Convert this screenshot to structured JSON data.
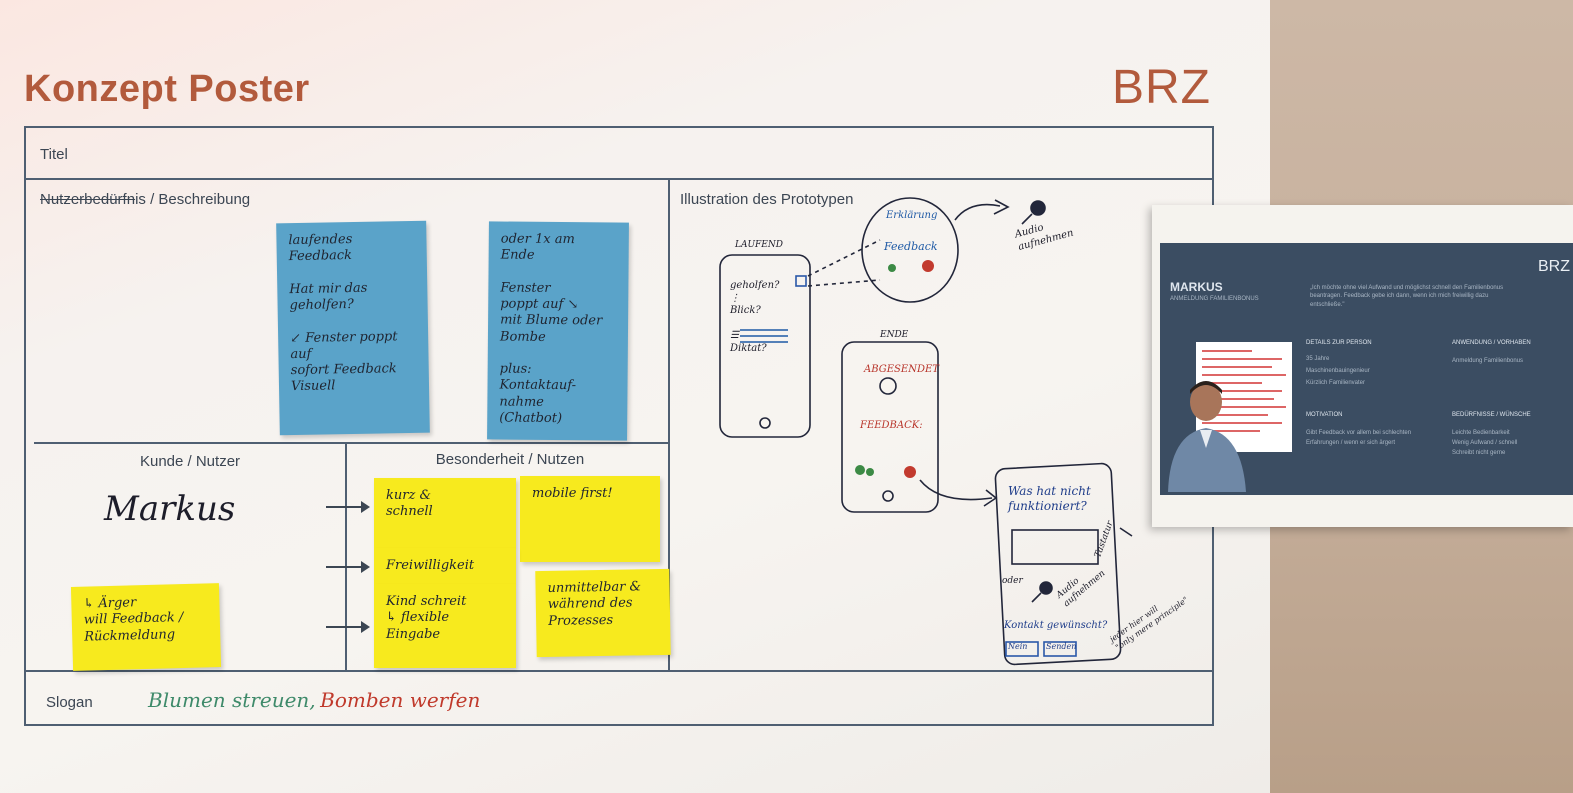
{
  "poster": {
    "title": "Konzept Poster",
    "brand": "BRZ",
    "sections": {
      "titel": "Titel",
      "need_struck": "Nutzerbedürfn",
      "need_rest": "is / Beschreibung",
      "illustration": "Illustration des Prototypen",
      "kunde": "Kunde / Nutzer",
      "besonderheit": "Besonderheit / Nutzen",
      "slogan": "Slogan"
    },
    "customer_name": "Markus",
    "slogan_part1": "Blumen streuen,",
    "slogan_part2": "Bomben werfen"
  },
  "sticky_notes": {
    "blue_1": "laufendes\nFeedback\n\nHat mir das\ngeholfen?\n\n↙ Fenster poppt auf\nsofort Feedback\nVisuell",
    "blue_2": "oder 1x am\nEnde\n\nFenster\npoppt auf ↘\nmit Blume oder\nBombe\n\nplus:\nKontaktauf-\nnahme\n(Chatbot)",
    "yellow_anger": "↳ Ärger\nwill Feedback /\nRückmeldung",
    "yellow_kurz": "kurz &\nschnell",
    "yellow_mobile": "mobile first!",
    "yellow_freiwillig": "Freiwilligkeit",
    "yellow_kind": "Kind schreit\n↳ flexible\nEingabe",
    "yellow_unmittelbar": "unmittelbar &\nwährend des\nProzesses"
  },
  "sketch": {
    "phone1_label": "LAUFEND",
    "phone1_lines": "geholfen?\n⋮\nBlick?\n\n☰\nDiktat?",
    "bubble_top": "Erklärung",
    "bubble_bottom": "Feedback",
    "audio": "Audio\naufnehmen",
    "phone2_label": "ENDE",
    "phone2_top": "ABGESENDET",
    "phone2_feedback": "FEEDBACK:",
    "phone3_title": "Was hat nicht\nfunktioniert?",
    "phone3_side": "Tastatur",
    "phone3_audio": "Audio\naufnehmen",
    "phone3_or": "oder",
    "phone3_contact": "Kontakt gewünscht?",
    "phone3_btn1": "Nein",
    "phone3_btn2": "Senden",
    "margin_note": "jeder hier will\n\"only mere principle\""
  },
  "persona": {
    "brand": "BRZ",
    "name": "MARKUS",
    "subtitle": "ANMELDUNG FAMILIENBONUS",
    "quote": "„Ich möchte ohne viel Aufwand und möglichst schnell den Familienbonus beantragen. Feedback gebe ich dann, wenn ich mich freiwillig dazu entschließe.\"",
    "details_head": "DETAILS ZUR PERSON",
    "details": [
      "35 Jahre",
      "Maschinenbauingenieur",
      "Kürzlich Familienvater"
    ],
    "anwendung_head": "ANWENDUNG / VORHABEN",
    "anwendung": "Anmeldung Familienbonus",
    "motivation_head": "MOTIVATION",
    "motivation": [
      "Gibt Feedback vor allem bei schlechten",
      "Erfahrungen / wenn er sich ärgert"
    ],
    "bedurfnisse_head": "BEDÜRFNISSE / WÜNSCHE",
    "bedurfnisse": [
      "Leichte Bedienbarkeit",
      "Wenig Aufwand / schnell",
      "Schreibt nicht gerne"
    ]
  },
  "colors": {
    "accent": "#b25a3c",
    "frame": "#4f5f72",
    "sticky_blue": "#5aa3c9",
    "sticky_yellow": "#f7ea1e",
    "persona_bg": "#3b4d62",
    "slogan_green": "#3e8a6a",
    "slogan_red": "#c0392b"
  }
}
